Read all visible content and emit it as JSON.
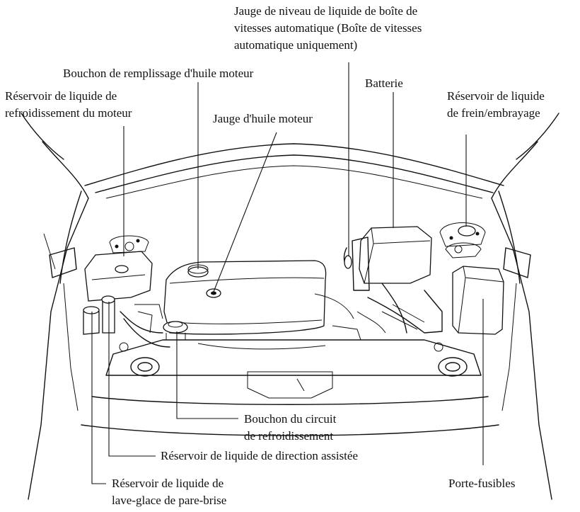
{
  "labels": {
    "atf_dipstick": [
      "Jauge de niveau de liquide de boîte de",
      "vitesses automatique (Boîte de vitesses",
      "automatique uniquement)"
    ],
    "oil_filler_cap": [
      "Bouchon de remplissage d'huile moteur"
    ],
    "coolant_reservoir": [
      "Réservoir de liquide de",
      "refroidissement du moteur"
    ],
    "oil_dipstick": [
      "Jauge d'huile moteur"
    ],
    "battery": [
      "Batterie"
    ],
    "brake_clutch_reservoir": [
      "Réservoir de liquide",
      "de frein/embrayage"
    ],
    "radiator_cap": [
      "Bouchon du circuit",
      "de refroidissement"
    ],
    "power_steering_reservoir": [
      "Réservoir de liquide de direction assistée"
    ],
    "washer_reservoir": [
      "Réservoir de liquide de",
      "lave-glace de pare-brise"
    ],
    "fuse_box": [
      "Porte-fusibles"
    ]
  }
}
